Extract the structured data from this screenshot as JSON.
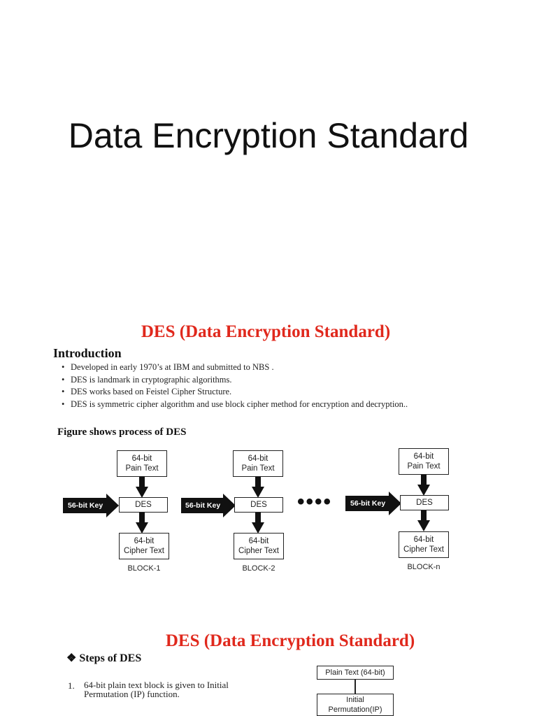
{
  "page_title": "Data Encryption Standard",
  "slide1": {
    "heading": "DES (Data Encryption Standard)",
    "intro_heading": "Introduction",
    "bullets": [
      "Developed in early 1970’s at IBM and submitted to NBS .",
      "DES is landmark in cryptographic algorithms.",
      "DES works based on Feistel Cipher Structure.",
      "DES is symmetric cipher algorithm and use block cipher method for encryption and decryption.."
    ],
    "figure_caption": "Figure shows process of DES",
    "blocks": [
      {
        "plain_line1": "64-bit",
        "plain_line2": "Pain Text",
        "des": "DES",
        "key": "56-bit Key",
        "cipher_line1": "64-bit",
        "cipher_line2": "Cipher Text",
        "label": "BLOCK-1"
      },
      {
        "plain_line1": "64-bit",
        "plain_line2": "Pain Text",
        "des": "DES",
        "key": "56-bit Key",
        "cipher_line1": "64-bit",
        "cipher_line2": "Cipher Text",
        "label": "BLOCK-2"
      },
      {
        "plain_line1": "64-bit",
        "plain_line2": "Pain Text",
        "des": "DES",
        "key": "56-bit Key",
        "cipher_line1": "64-bit",
        "cipher_line2": "Cipher Text",
        "label": "BLOCK-n"
      }
    ],
    "ellipsis": "••••"
  },
  "slide2": {
    "heading": "DES (Data Encryption Standard)",
    "steps_heading": "❖ Steps of DES",
    "step1_number": "1.",
    "step1_line1": "64-bit plain text block is given to Initial",
    "step1_line2": "Permutation (IP) function.",
    "flow_plain": "Plain Text (64-bit)",
    "flow_ip_line1": "Initial",
    "flow_ip_line2": "Permutation(IP)"
  },
  "colors": {
    "heading_red": "#e0281c",
    "arrow_black": "#111111"
  }
}
